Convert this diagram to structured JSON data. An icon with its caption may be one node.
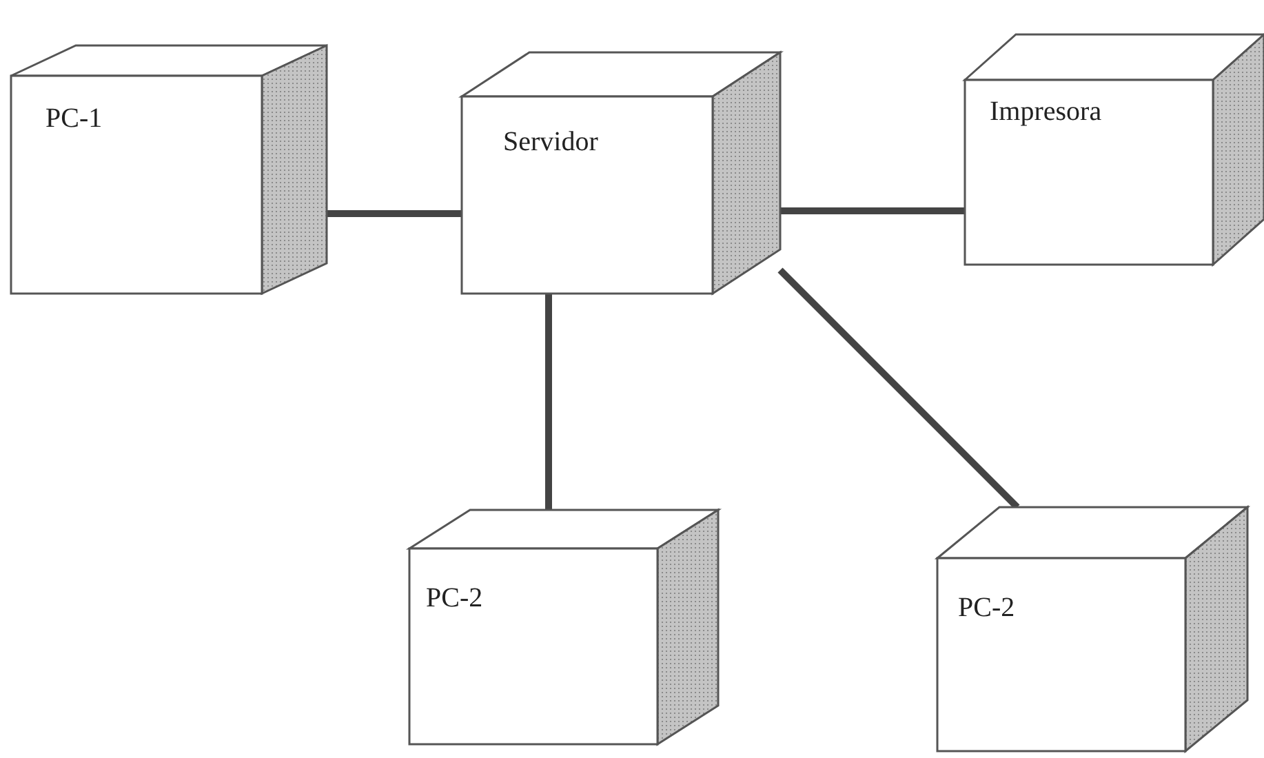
{
  "diagram": {
    "nodes": [
      {
        "text": [
          "PC-1"
        ]
      },
      {
        "text": [
          "Servidor"
        ]
      },
      {
        "text": [
          "Impresora"
        ]
      },
      {
        "text": [
          "PC-2"
        ]
      },
      {
        "text": [
          "PC-2"
        ]
      }
    ],
    "edges": [
      {
        "from": 0,
        "to": 1,
        "arrow": "none"
      },
      {
        "from": 1,
        "to": 2,
        "arrow": "none"
      },
      {
        "from": 1,
        "to": 3,
        "arrow": "none"
      },
      {
        "from": 1,
        "to": 4,
        "arrow": "none"
      }
    ]
  }
}
